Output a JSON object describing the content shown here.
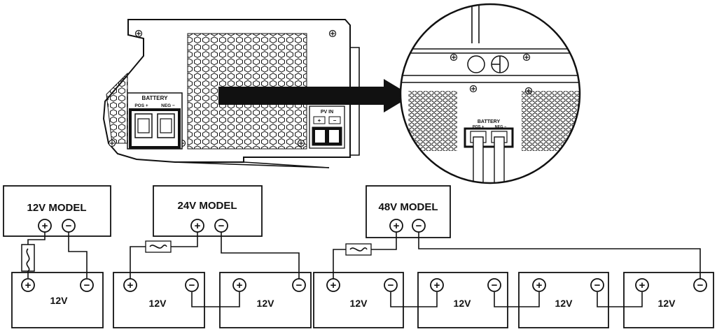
{
  "inverter": {
    "battery_label": "BATTERY",
    "pos_label": "POS +",
    "neg_label": "NEG −",
    "pv_label": "PV IN"
  },
  "zoom": {
    "battery_label": "BATTERY",
    "pos_label": "POS +",
    "neg_label": "NEG −"
  },
  "models": [
    {
      "label": "12V MODEL"
    },
    {
      "label": "24V MODEL"
    },
    {
      "label": "48V MODEL"
    }
  ],
  "batteries": [
    {
      "label": "12V"
    },
    {
      "label": "12V"
    },
    {
      "label": "12V"
    },
    {
      "label": "12V"
    },
    {
      "label": "12V"
    },
    {
      "label": "12V"
    },
    {
      "label": "12V"
    }
  ],
  "terminal_symbols": {
    "plus": "+",
    "minus": "−"
  }
}
